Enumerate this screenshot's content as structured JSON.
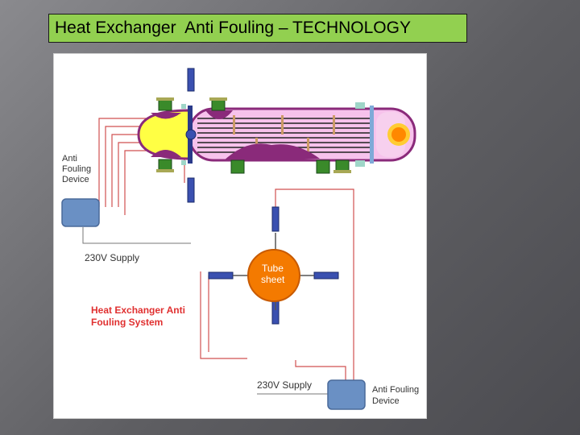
{
  "slide": {
    "title": "Heat Exchanger  Anti Fouling – TECHNOLOGY"
  },
  "diagram": {
    "tubesheet_label_line1": "Tube",
    "tubesheet_label_line2": "sheet",
    "left_device_label_line1": "Anti",
    "left_device_label_line2": "Fouling",
    "left_device_label_line3": "Device",
    "left_supply_label": "230V Supply",
    "system_caption_line1": "Heat Exchanger Anti",
    "system_caption_line2": "Fouling System",
    "bottom_supply_label": "230V Supply",
    "bottom_device_label_line1": "Anti Fouling",
    "bottom_device_label_line2": "Device"
  },
  "colors": {
    "title_bg": "#92d050",
    "shell_pink": "#f7c2ec",
    "channel_yellow": "#ffff44",
    "baffle_purple": "#8a2a7a",
    "transducer_blue": "#3a50b0",
    "tubesheet_orange": "#f47a00",
    "device_blue": "#6a90c4",
    "caption_red": "#e03030",
    "wire_red": "#d05050"
  }
}
